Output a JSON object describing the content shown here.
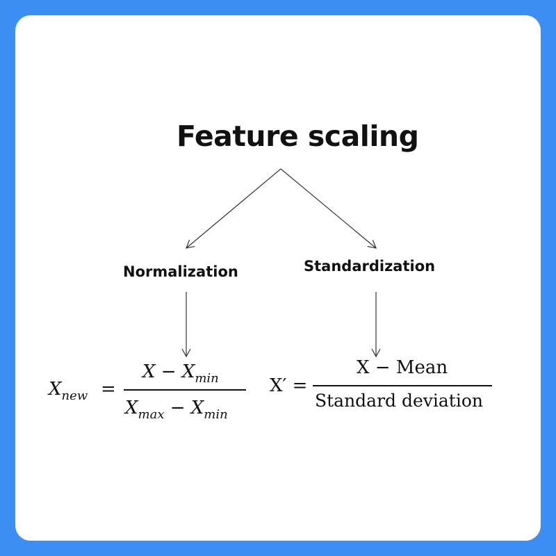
{
  "diagram": {
    "title": "Feature  scaling",
    "branches": {
      "left": "Normalization",
      "right": "Standardization"
    },
    "normalization_formula": {
      "lhs_var": "X",
      "lhs_sub": "new",
      "equals": "=",
      "numerator_a": "X − X",
      "numerator_sub": "min",
      "denominator_a": "X",
      "denominator_sub_a": "max",
      "denominator_mid": " − X",
      "denominator_sub_b": "min"
    },
    "standardization_formula": {
      "lhs": "X′ =",
      "numerator": "X − Mean",
      "denominator": "Standard deviation"
    }
  },
  "colors": {
    "border": "#3d8ef2",
    "card": "#ffffff",
    "text": "#111111",
    "arrow": "#333333"
  }
}
